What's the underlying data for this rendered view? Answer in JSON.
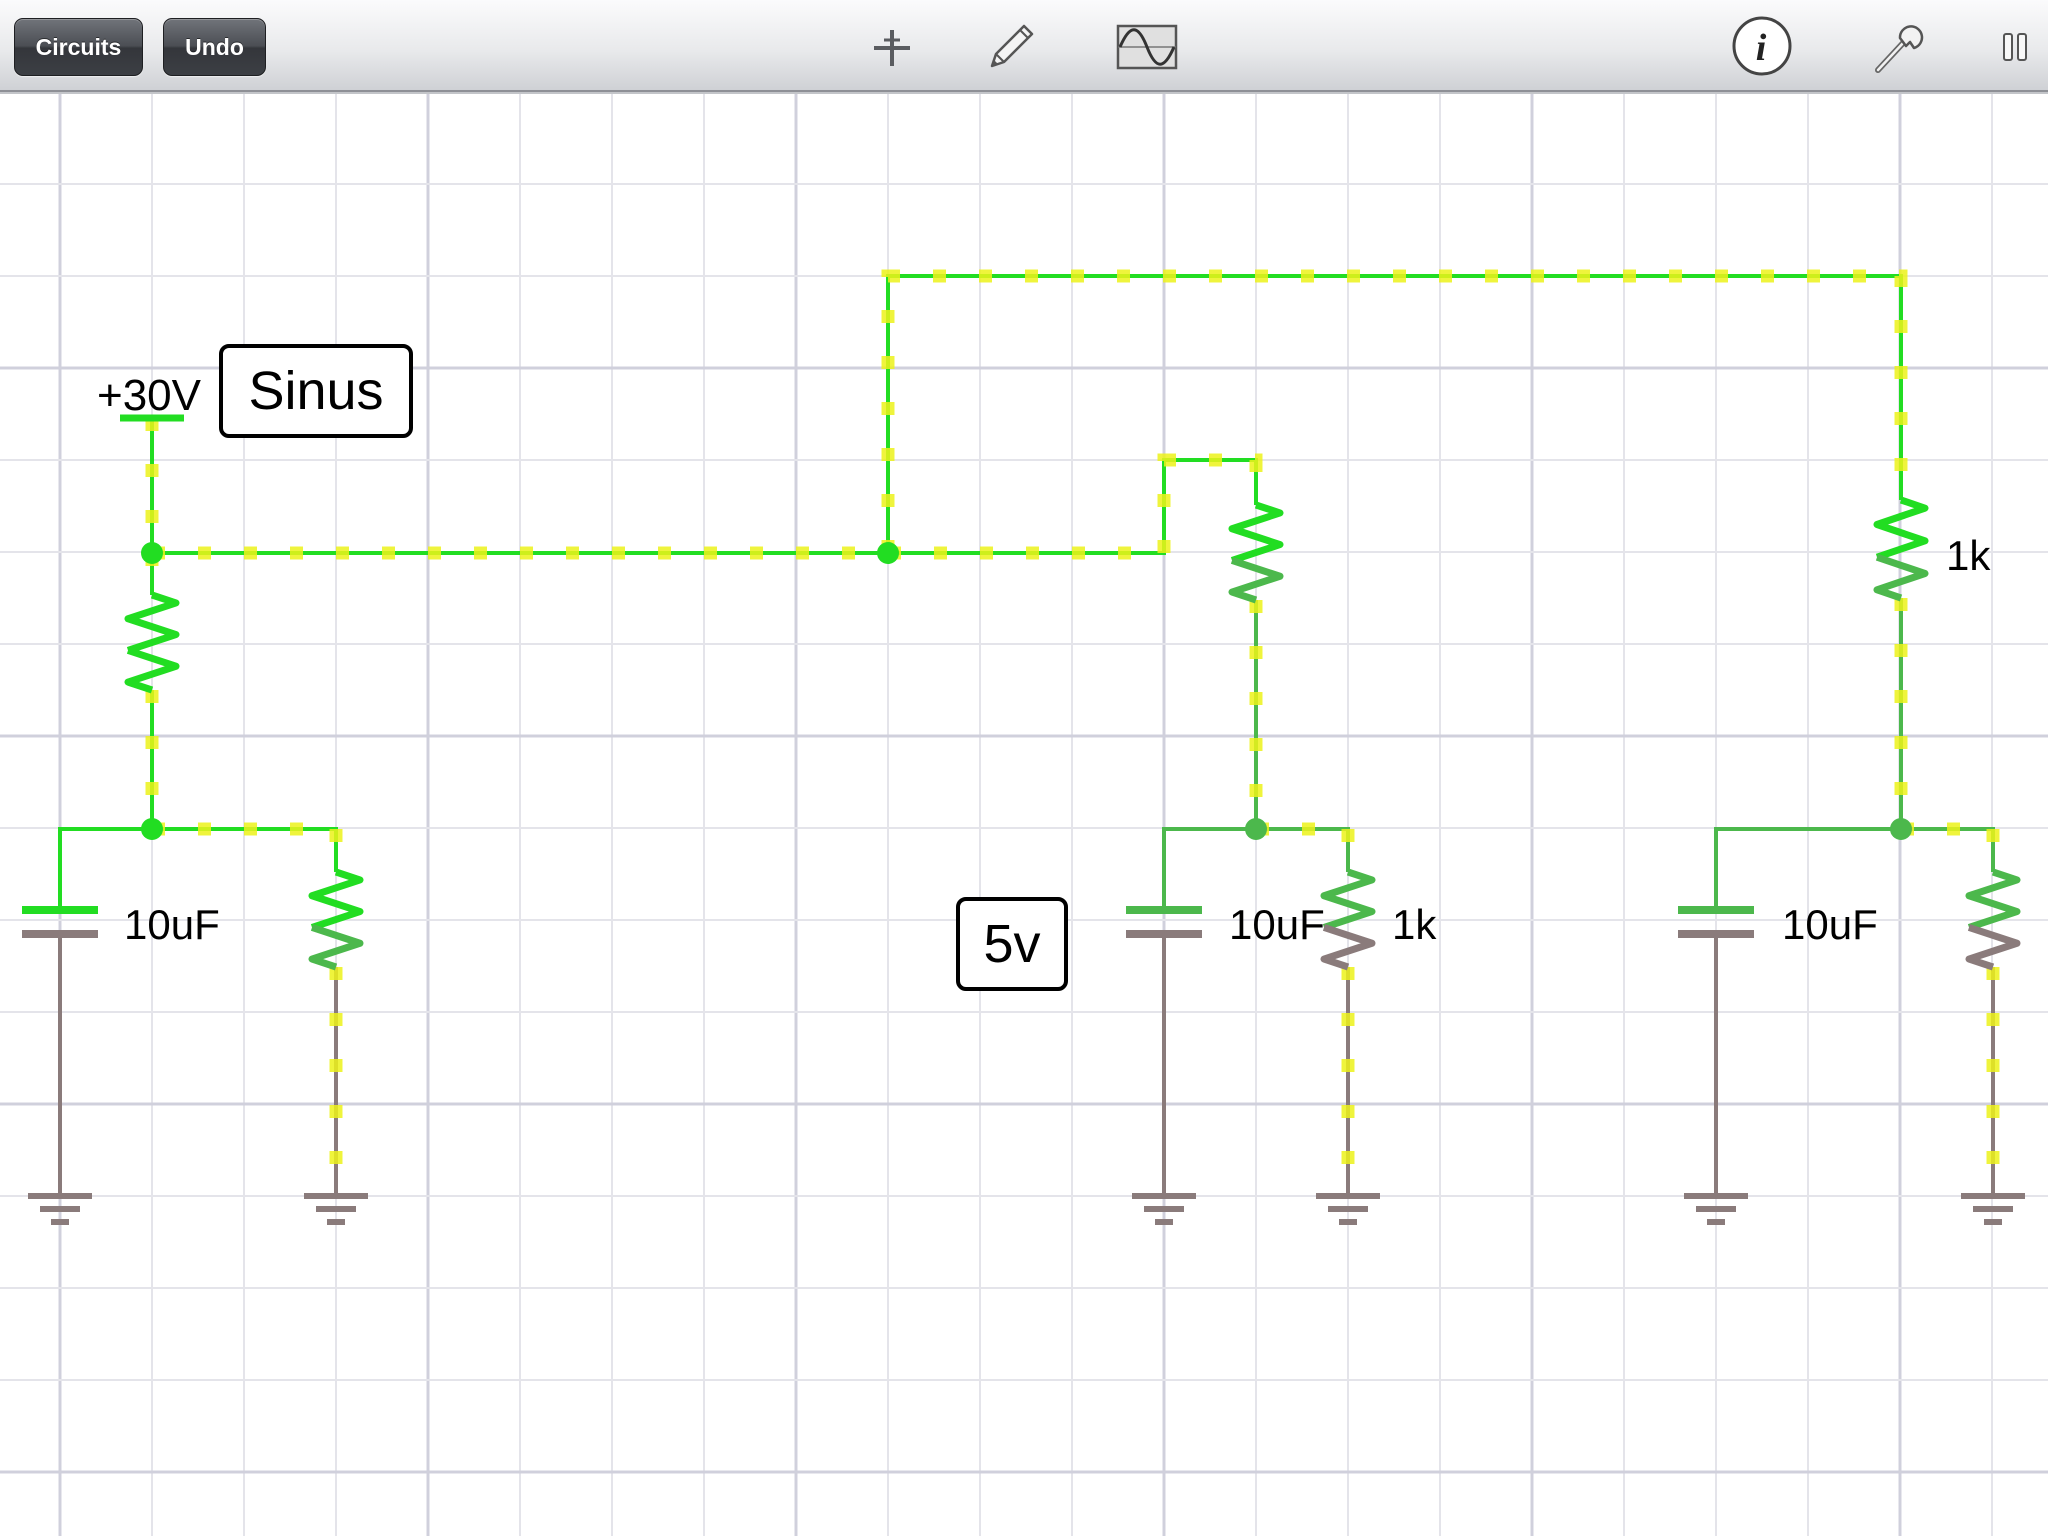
{
  "toolbar": {
    "circuits_label": "Circuits",
    "undo_label": "Undo",
    "icons": [
      "add-component-icon",
      "pencil-icon",
      "oscilloscope-icon",
      "info-icon",
      "wrench-icon",
      "pause-icon"
    ]
  },
  "circuit": {
    "source_voltage": "+30V",
    "labels": {
      "sinus": "Sinus",
      "five_v": "5v",
      "cap_left": "10uF",
      "cap_mid": "10uF",
      "cap_right": "10uF",
      "res_mid": "1k",
      "res_right_top": "1k"
    }
  },
  "colors": {
    "wire_active": "#22dd22",
    "wire_mid": "#4cb84c",
    "wire_idle": "#8a7b7b",
    "current_dots": "#ecf21a",
    "grid_minor": "#e4e4ea",
    "grid_major": "#d0d0dc"
  }
}
